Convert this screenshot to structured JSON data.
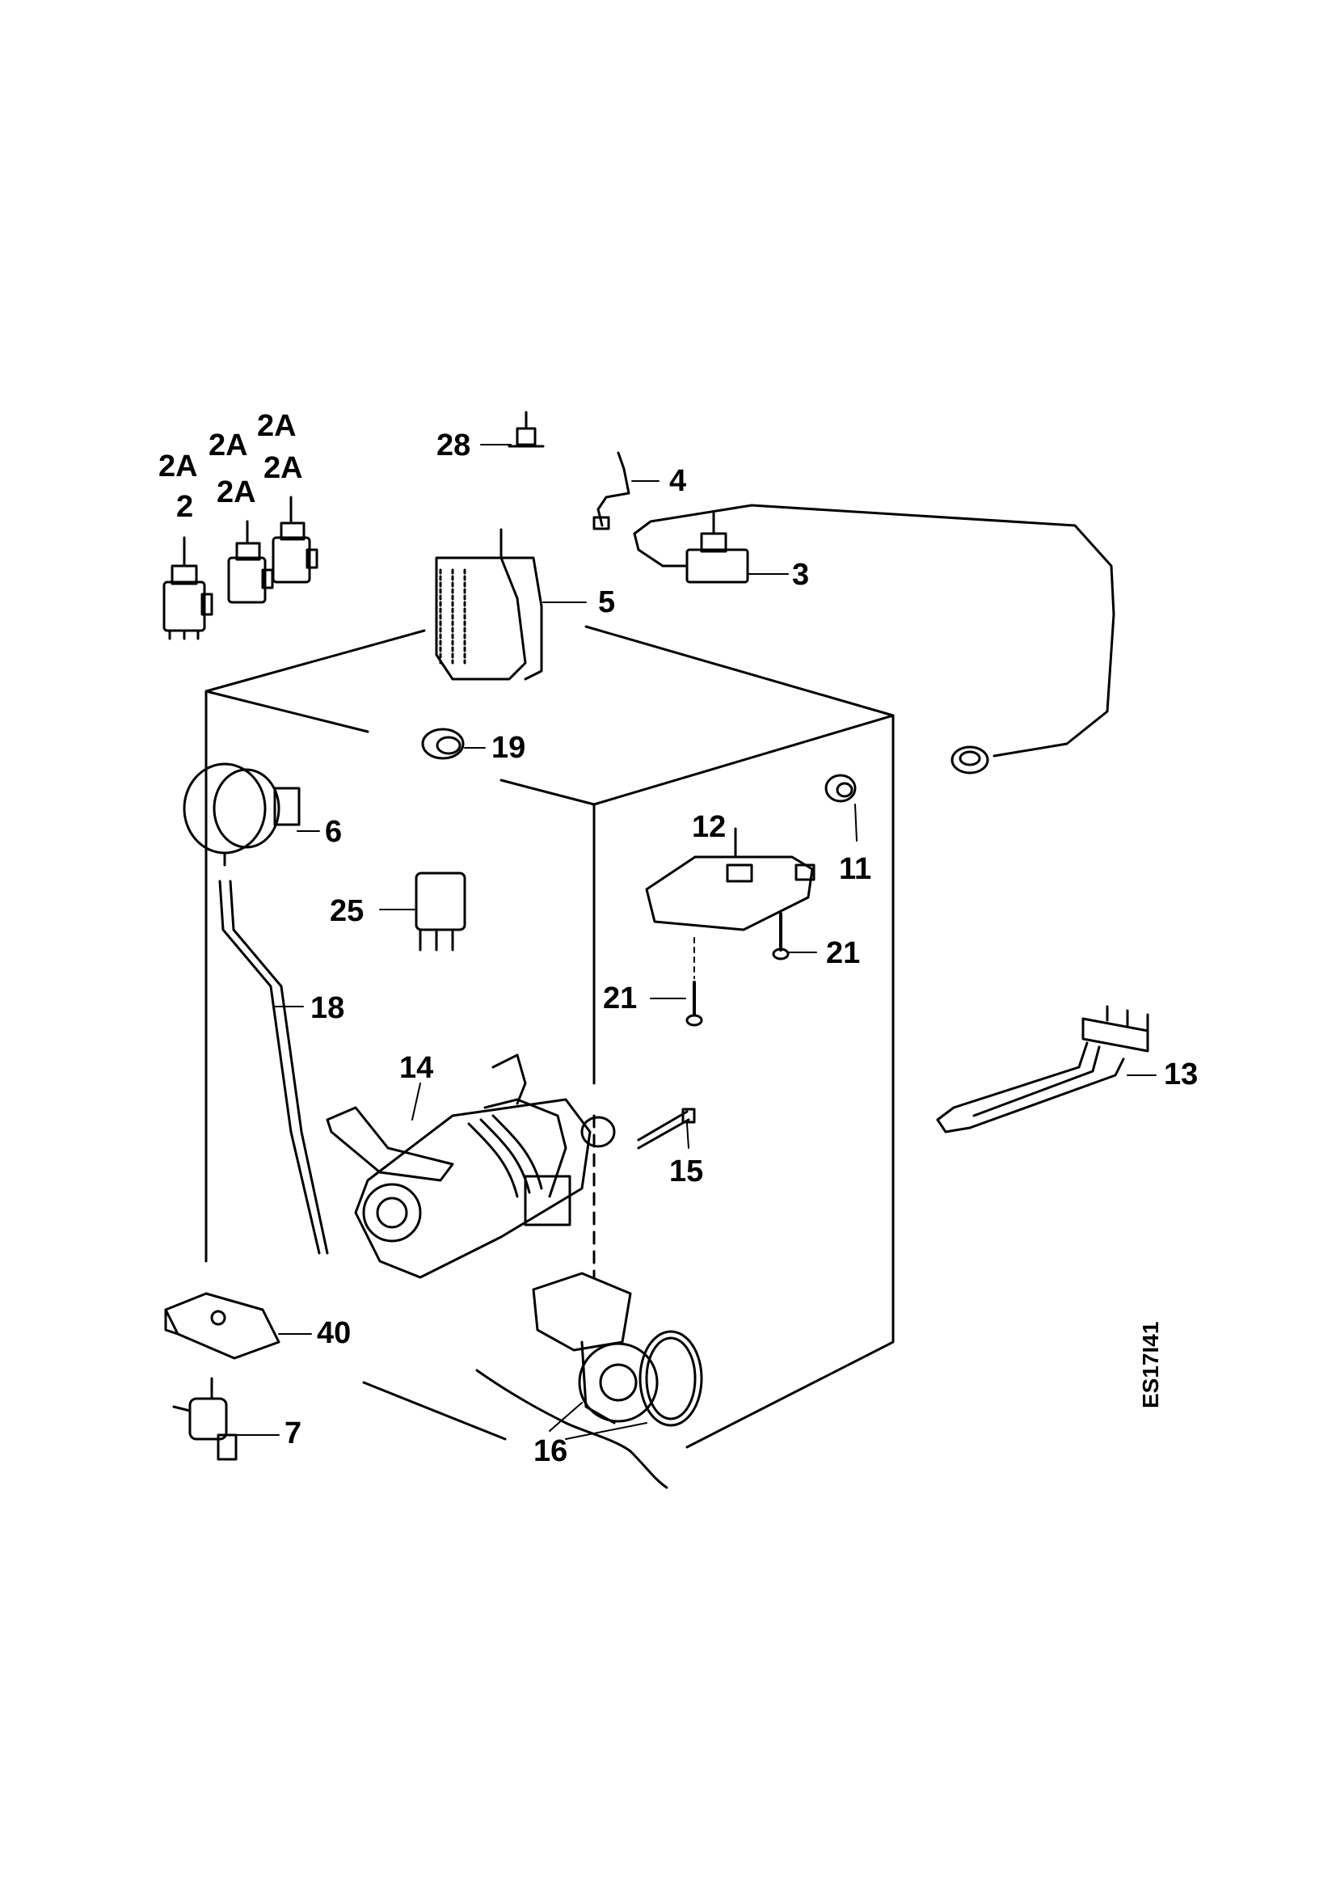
{
  "diagram": {
    "drawing_code": "ES17I41",
    "labels": {
      "l2": "2",
      "l2a_1": "2A",
      "l2a_2": "2A",
      "l2a_3": "2A",
      "l2a_4": "2A",
      "l2a_5": "2A",
      "l3": "3",
      "l4": "4",
      "l5": "5",
      "l6": "6",
      "l7": "7",
      "l11": "11",
      "l12": "12",
      "l13": "13",
      "l14": "14",
      "l15": "15",
      "l16": "16",
      "l18": "18",
      "l19": "19",
      "l21a": "21",
      "l21b": "21",
      "l25": "25",
      "l28": "28",
      "l40": "40"
    }
  }
}
